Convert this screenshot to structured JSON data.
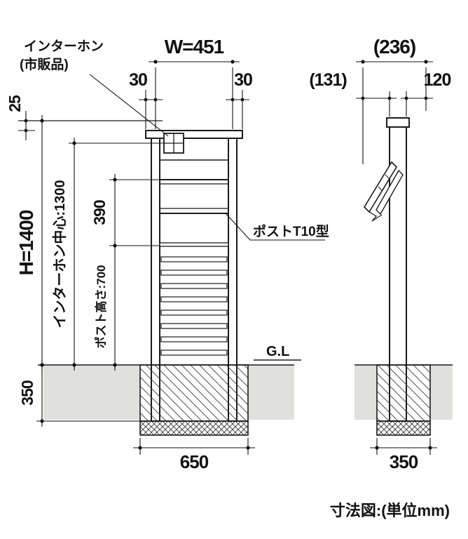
{
  "colors": {
    "soil": "#e0e0dc",
    "line": "#1a1a1a"
  },
  "annotations": {
    "intercom_label": "インターホン",
    "intercom_note": "(市販品)",
    "post_label": "ポストT10型",
    "ground_label": "G.L",
    "caption": "寸法図:(単位mm)"
  },
  "front_view": {
    "width": "W=451",
    "edge_left": "30",
    "edge_right": "30",
    "cap_height": "25",
    "total_height": "H=1400",
    "intercom_center_height": "インターホン中心:1300",
    "post_section": "390",
    "post_height": "ポスト高さ:700",
    "embed_depth": "350",
    "foundation_width": "650"
  },
  "side_view": {
    "overall_depth": "(236)",
    "post_protrusion": "(131)",
    "pole_depth": "120",
    "foundation_width": "350"
  }
}
